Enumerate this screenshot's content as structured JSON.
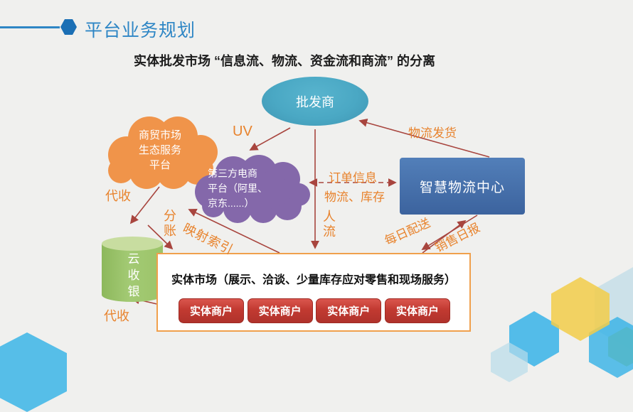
{
  "slide": {
    "title": "平台业务规划",
    "subtitle": "实体批发市场 “信息流、物流、资金流和商流” 的分离"
  },
  "nodes": {
    "wholesaler": {
      "label": "批发商"
    },
    "eco_platform": {
      "lines": [
        "商贸市场",
        "生态服务",
        "平台"
      ]
    },
    "third_party_ecommerce": {
      "lines": [
        "第三方电商",
        "平台（阿里、",
        "京东......）"
      ]
    },
    "logistics_center": {
      "label": "智慧物流中心"
    },
    "cloud_cashier": {
      "label": "云收银"
    },
    "physical_market": {
      "title": "实体市场（展示、洽谈、少量库存应对零售和现场服务）",
      "merchants": [
        "实体商户",
        "实体商户",
        "实体商户",
        "实体商户"
      ]
    }
  },
  "edge_labels": {
    "uv": "UV",
    "logistics_shipping": "物流发货",
    "order_info": "订单信息",
    "logistics_inventory": "物流、库存",
    "people_flow": "人流",
    "collection_top": "代收",
    "split_account": "分账",
    "mapping_index": "映射索引",
    "daily_delivery": "每日配送",
    "sales_report": "销售日报",
    "collection_bottom": "代收"
  },
  "colors": {
    "title_blue": "#2e86c5",
    "node_teal": "#4aa8c4",
    "node_orange": "#f0944a",
    "node_purple": "#8468aa",
    "node_blue": "#4273ae",
    "node_green": "#9cc469",
    "box_border_orange": "#f0a04c",
    "merchant_red": "#c23a31",
    "arrow_red": "#a8453e",
    "label_orange": "#e8832d"
  }
}
